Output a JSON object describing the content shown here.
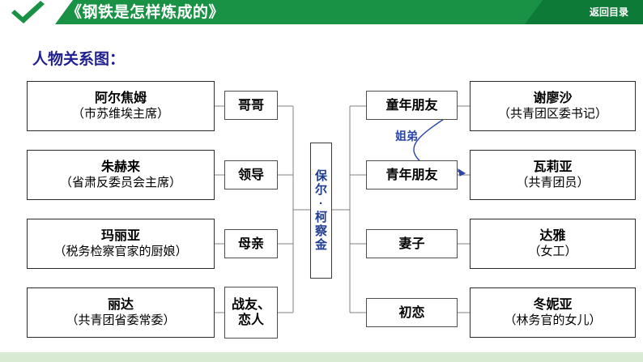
{
  "header": {
    "title": "《钢铁是怎样炼成的》",
    "return_label": "返回目录",
    "check_icon": "check-icon",
    "band_color": "#1a9245",
    "band_dark_color": "#0e7a37",
    "text_color": "#ffffff"
  },
  "section": {
    "title": "人物关系图：",
    "title_color": "#1f1f8f"
  },
  "center": {
    "name_chars": [
      "保",
      "尔",
      "·",
      "柯",
      "察",
      "金"
    ],
    "name": "保尔·柯察金",
    "color": "#1f3d8f"
  },
  "left_nodes": [
    {
      "name": "阿尔焦姆",
      "role": "（市苏维埃主席）"
    },
    {
      "name": "朱赫来",
      "role": "（省肃反委员会主席）"
    },
    {
      "name": "玛丽亚",
      "role": "（税务检察官家的厨娘）"
    },
    {
      "name": "丽达",
      "role": "（共青团省委常委）"
    }
  ],
  "left_relations": [
    {
      "label": "哥哥"
    },
    {
      "label": "领导"
    },
    {
      "label": "母亲"
    },
    {
      "label": "战友、",
      "label2": "恋人"
    }
  ],
  "right_relations": [
    {
      "label": "童年朋友"
    },
    {
      "label": "青年朋友"
    },
    {
      "label": "妻子"
    },
    {
      "label": "初恋"
    }
  ],
  "right_nodes": [
    {
      "name": "谢廖沙",
      "role": "（共青团区委书记）"
    },
    {
      "name": "瓦莉亚",
      "role": "（共青团员）"
    },
    {
      "name": "达雅",
      "role": "（女工）"
    },
    {
      "name": "冬妮亚",
      "role": "（林务官的女儿）"
    }
  ],
  "annotation": {
    "sibling_label": "姐弟",
    "arrow_color": "#2b44a8"
  },
  "footer": {
    "color": "#d9ead3"
  }
}
